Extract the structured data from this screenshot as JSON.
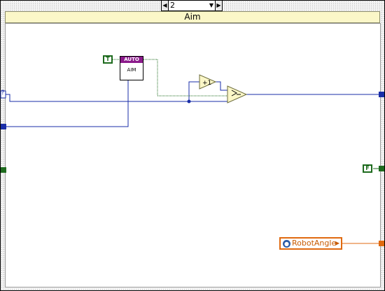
{
  "case_structure": {
    "selector_value": "2",
    "frame_label": "Aim",
    "prev_icon": "left-triangle-icon",
    "next_icon": "right-triangle-icon",
    "dropdown_icon": "dropdown-triangle-icon"
  },
  "constants": {
    "true_const": "T",
    "false_const": "F",
    "global_label": "RobotAngle",
    "global_icon": "globe-icon"
  },
  "subvi": {
    "header": "AUTO",
    "body": "AIM"
  },
  "functions": {
    "increment_label": "+1",
    "select_label": ""
  },
  "tunnel_labels": {
    "left_input": "?"
  },
  "colors": {
    "numeric_wire": "#1a2ea8",
    "boolean_wire": "#1e6b1e",
    "global_wire": "#e06a10",
    "case_bar": "#fbf7c8"
  }
}
